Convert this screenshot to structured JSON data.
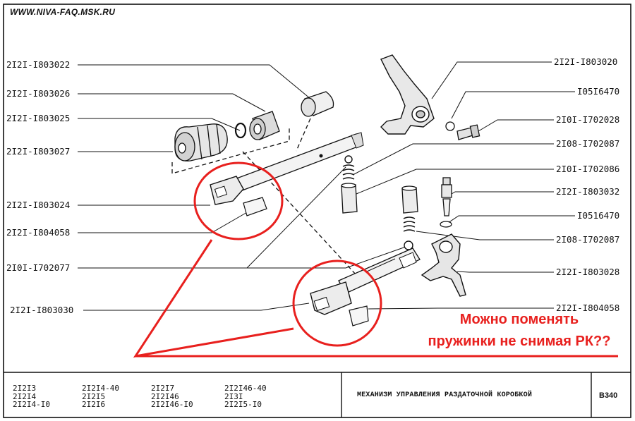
{
  "header": {
    "site_url": "WWW.NIVA-FAQ.MSK.RU"
  },
  "labels_left": [
    "2I2I-I803022",
    "2I2I-I803026",
    "2I2I-I803025",
    "2I2I-I803027",
    "2I2I-I803024",
    "2I2I-I804058",
    "2I0I-I702077",
    "2I2I-I803030"
  ],
  "labels_right": [
    "2I2I-I803020",
    "I05I6470",
    "2I0I-I702028",
    "2I08-I702087",
    "2I0I-I702086",
    "2I2I-I803032",
    "I0516470",
    "2I08-I702087",
    "2I2I-I803028",
    "2I2I-I804058"
  ],
  "annotation": {
    "line1": "Можно поменять",
    "line2": "пружинки не снимая РК??",
    "color": "#e8201e"
  },
  "title_block": {
    "models": [
      [
        "2I2I3",
        "2I2I4",
        "2I2I4-I0"
      ],
      [
        "2I2I4-40",
        "2I2I5",
        "2I2I6"
      ],
      [
        "2I2I7",
        "2I2I46",
        "2I2I46-I0"
      ],
      [
        "2I2I46-40",
        "2I3I",
        "2I2I5-I0"
      ]
    ],
    "title": "МЕХАНИЗМ УПРАВЛЕНИЯ РАЗДАТОЧНОЙ КОРОБКОЙ",
    "code": "B340"
  }
}
